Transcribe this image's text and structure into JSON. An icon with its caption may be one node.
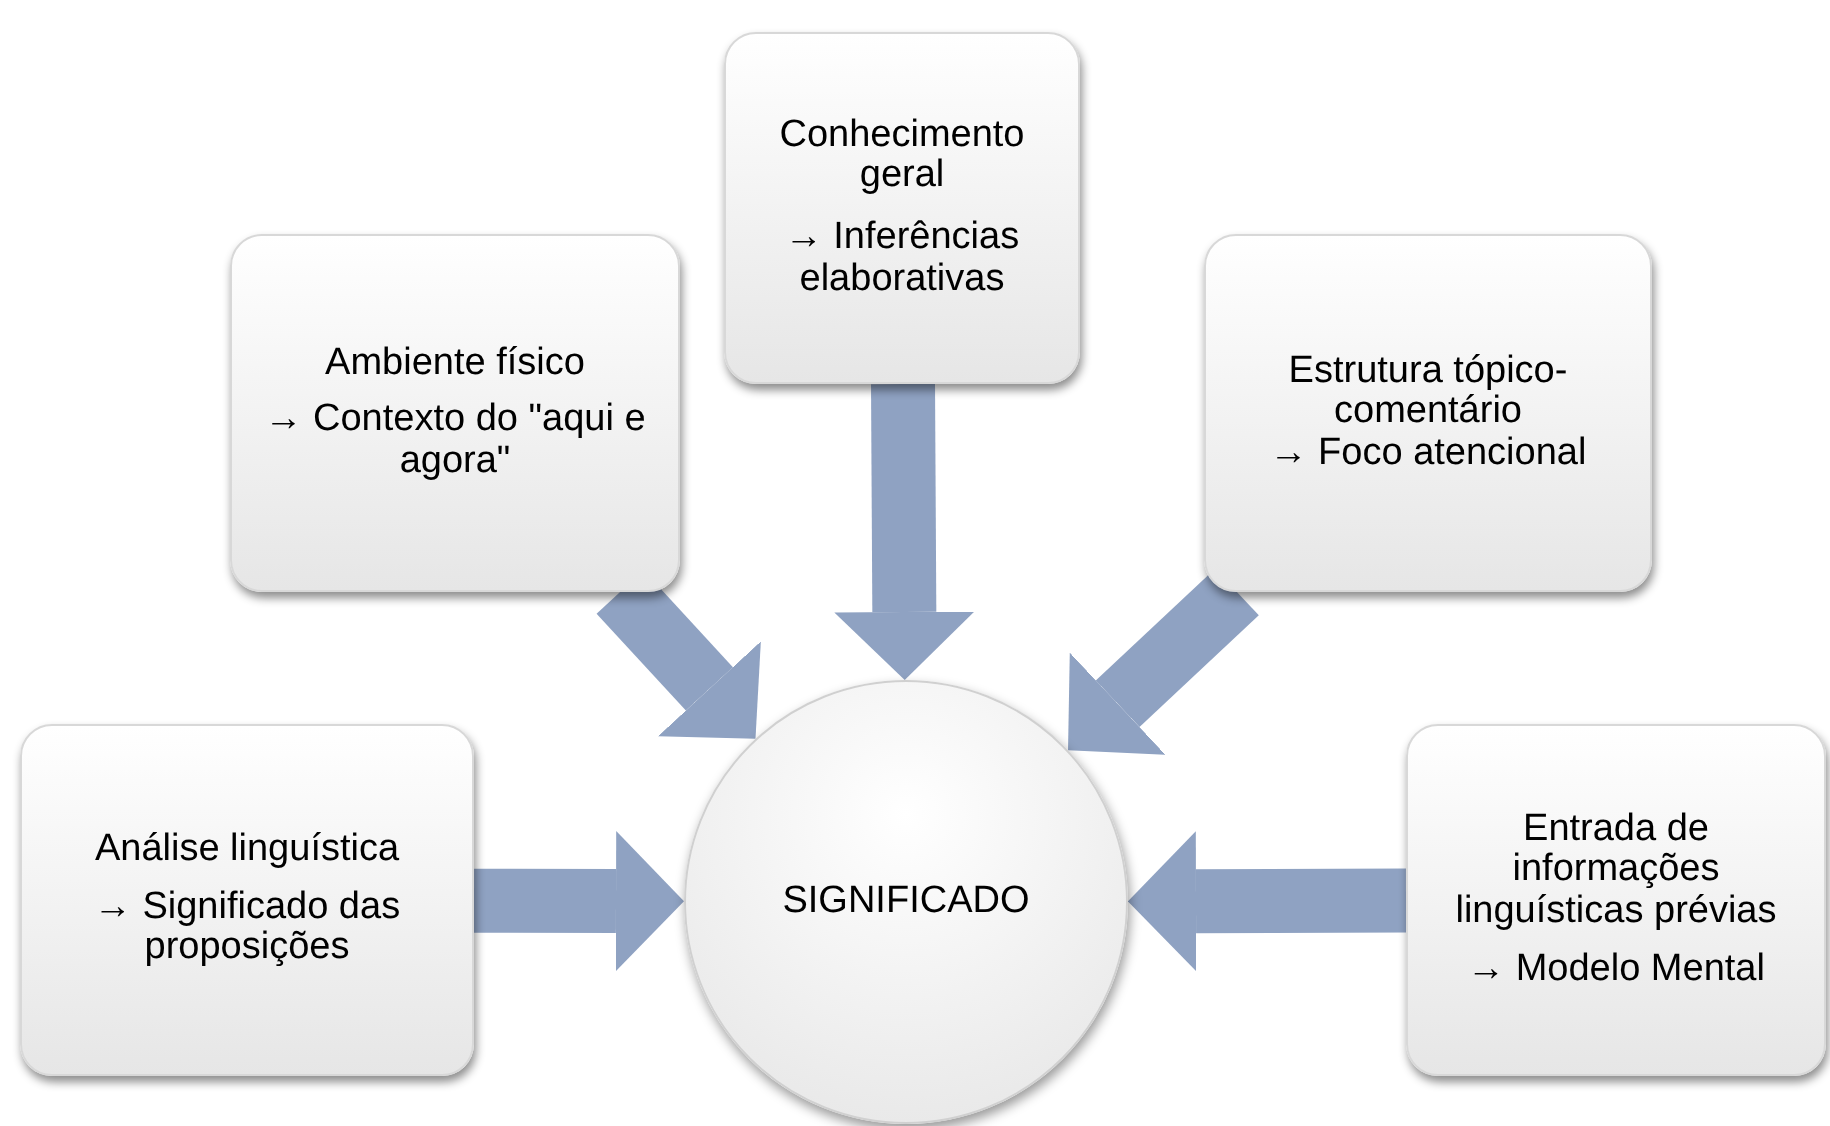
{
  "diagram": {
    "nodes": [
      {
        "text": [
          "Conhecimento geral",
          "→ Inferências elaborativas"
        ]
      },
      {
        "text": [
          "Ambiente físico",
          "→ Contexto do \"aqui e agora\""
        ]
      },
      {
        "text": [
          "Estrutura tópico-comentário",
          "→ Foco atencional"
        ]
      },
      {
        "text": [
          "Análise linguística",
          "→ Significado das proposições"
        ]
      },
      {
        "text": [
          "SIGNIFICADO"
        ]
      },
      {
        "text": [
          "Entrada de informações linguísticas prévias",
          "→ Modelo Mental"
        ]
      }
    ],
    "edges": [
      {
        "from": 0,
        "to": 4,
        "arrow": "to"
      },
      {
        "from": 1,
        "to": 4,
        "arrow": "to"
      },
      {
        "from": 2,
        "to": 4,
        "arrow": "to"
      },
      {
        "from": 3,
        "to": 4,
        "arrow": "to"
      },
      {
        "from": 5,
        "to": 4,
        "arrow": "to"
      }
    ]
  }
}
